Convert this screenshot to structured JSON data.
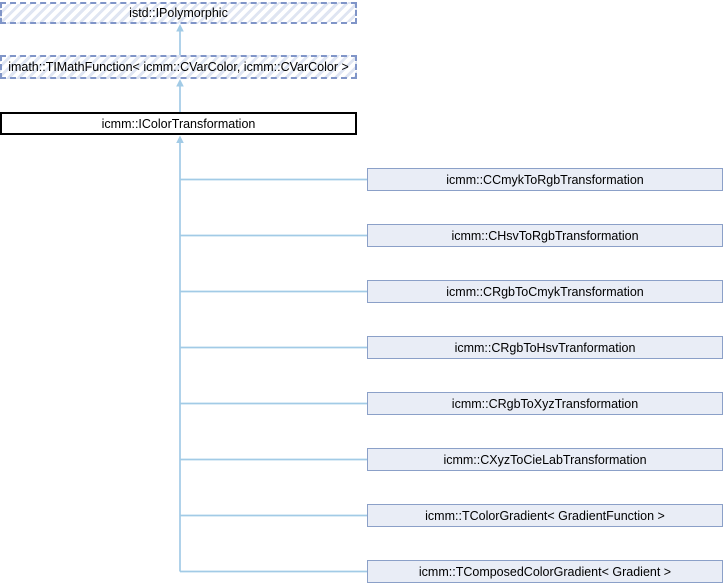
{
  "diagram": {
    "type": "class-inheritance-graph",
    "ancestors": [
      {
        "label": "istd::IPolymorphic",
        "style": "dashed-hatched"
      },
      {
        "label": "imath::TIMathFunction< icmm::CVarColor, icmm::CVarColor >",
        "style": "dashed-hatched"
      },
      {
        "label": "icmm::IColorTransformation",
        "style": "current-class"
      }
    ],
    "derived": [
      {
        "label": "icmm::CCmykToRgbTransformation"
      },
      {
        "label": "icmm::CHsvToRgbTransformation"
      },
      {
        "label": "icmm::CRgbToCmykTransformation"
      },
      {
        "label": "icmm::CRgbToHsvTranformation"
      },
      {
        "label": "icmm::CRgbToXyzTransformation"
      },
      {
        "label": "icmm::CXyzToCieLabTransformation"
      },
      {
        "label": "icmm::TColorGradient< GradientFunction >"
      },
      {
        "label": "icmm::TComposedColorGradient< Gradient >"
      }
    ]
  },
  "colors": {
    "connector": "#a2cbe6",
    "dashed-border": "#8095c8",
    "hatch-stripe": "#dfe5f2",
    "derived-border": "#8ba0c8",
    "derived-fill": "#e9edf6",
    "current-border": "#000000",
    "text": "#000000"
  }
}
